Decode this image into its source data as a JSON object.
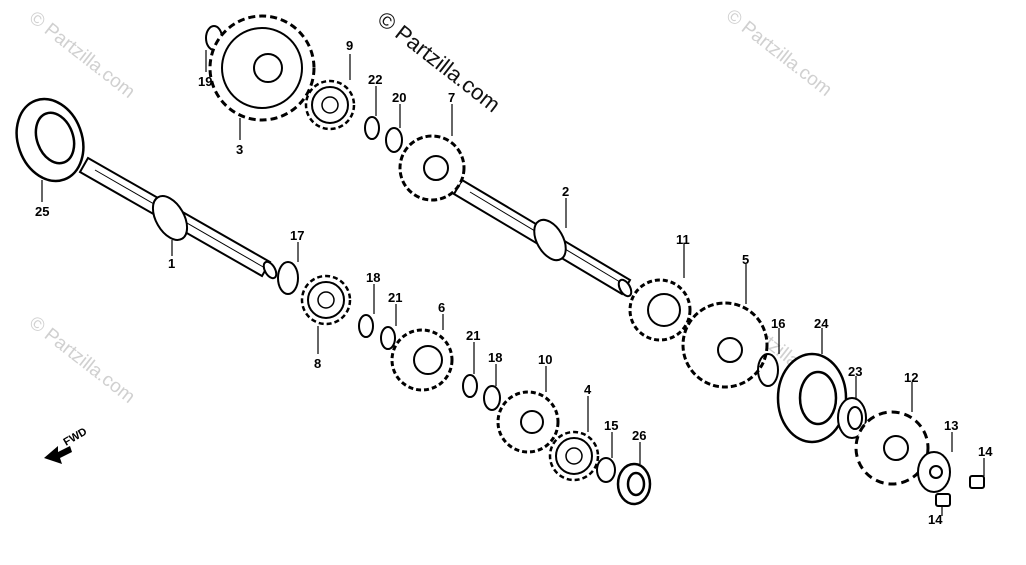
{
  "watermark": {
    "main": "© Partzilla.com",
    "faint": "© Partzilla.com"
  },
  "direction": {
    "label": "FWD"
  },
  "callouts": {
    "n1": "1",
    "n2": "2",
    "n3": "3",
    "n4": "4",
    "n5": "5",
    "n6": "6",
    "n7": "7",
    "n8": "8",
    "n9": "9",
    "n10": "10",
    "n11": "11",
    "n12": "12",
    "n13": "13",
    "n14a": "14",
    "n14b": "14",
    "n15": "15",
    "n16": "16",
    "n17": "17",
    "n18a": "18",
    "n18b": "18",
    "n19": "19",
    "n20": "20",
    "n21a": "21",
    "n21b": "21",
    "n22": "22",
    "n23": "23",
    "n24": "24",
    "n25": "25",
    "n26": "26"
  }
}
